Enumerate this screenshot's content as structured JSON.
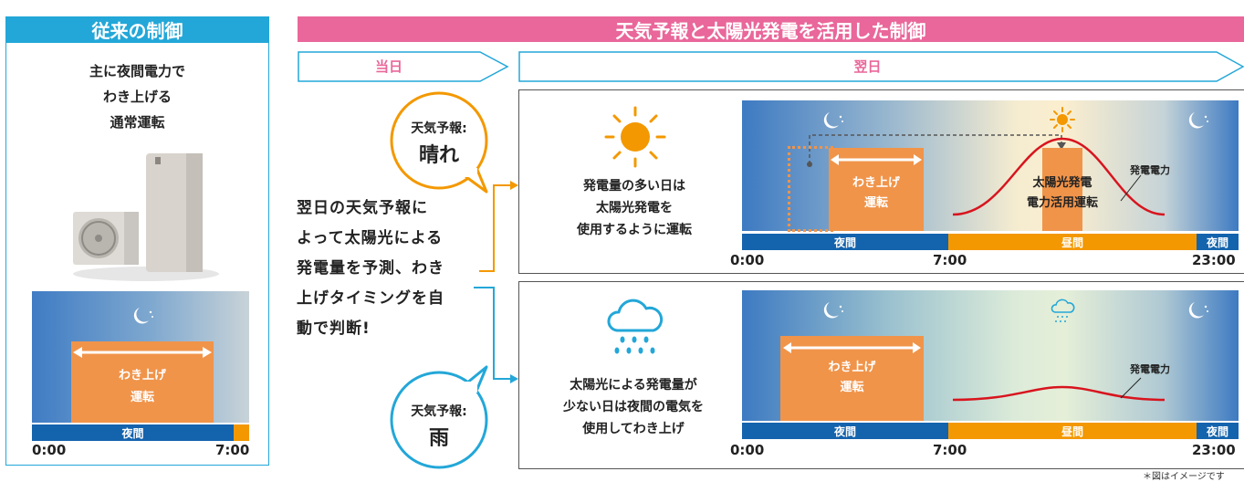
{
  "left": {
    "title": "従来の制御",
    "desc_lines": [
      "主に夜間電力で",
      "わき上げる",
      "通常運転"
    ],
    "box_lines": [
      "わき上げ",
      "運転"
    ],
    "bar_night": "夜間",
    "tick_start": "0:00",
    "tick_end": "7:00"
  },
  "right": {
    "title": "天気予報と太陽光発電を活用した制御"
  },
  "arrows": {
    "today": "当日",
    "tomorrow": "翌日"
  },
  "bubbles": {
    "sunny_label": "天気予報:",
    "sunny_value": "晴れ",
    "rain_label": "天気予報:",
    "rain_value": "雨"
  },
  "center_text_lines": [
    "翌日の天気予報に",
    "よって太陽光による",
    "発電量を予測、わき",
    "上げタイミングを自",
    "動で判断!"
  ],
  "sunny_panel": {
    "desc_lines": [
      "発電量の多い日は",
      "太陽光発電を",
      "使用するように運転"
    ],
    "heat_lines": [
      "わき上げ",
      "運転"
    ],
    "solar_lines": [
      "太陽光発電",
      "電力活用運転"
    ],
    "curve_label": "発電電力",
    "bar_night": "夜間",
    "bar_day": "昼間",
    "bar_night2": "夜間",
    "tick_start": "0:00",
    "tick_mid": "7:00",
    "tick_end": "23:00"
  },
  "rain_panel": {
    "desc_lines": [
      "太陽光による発電量が",
      "少ない日は夜間の電気を",
      "使用してわき上げ"
    ],
    "heat_lines": [
      "わき上げ",
      "運転"
    ],
    "curve_label": "発電電力",
    "bar_night": "夜間",
    "bar_day": "昼間",
    "bar_night2": "夜間",
    "tick_start": "0:00",
    "tick_mid": "7:00",
    "tick_end": "23:00"
  },
  "footnote": "＊図はイメージです",
  "colors": {
    "teal": "#23a7d8",
    "pink": "#e9679a",
    "orange": "#f0944a",
    "night_bar": "#1463ad",
    "day_bar": "#f39800",
    "curve": "#d8141e"
  },
  "icons": [
    "moon-icon",
    "sun-icon",
    "cloud-rain-icon",
    "water-heater-image"
  ]
}
